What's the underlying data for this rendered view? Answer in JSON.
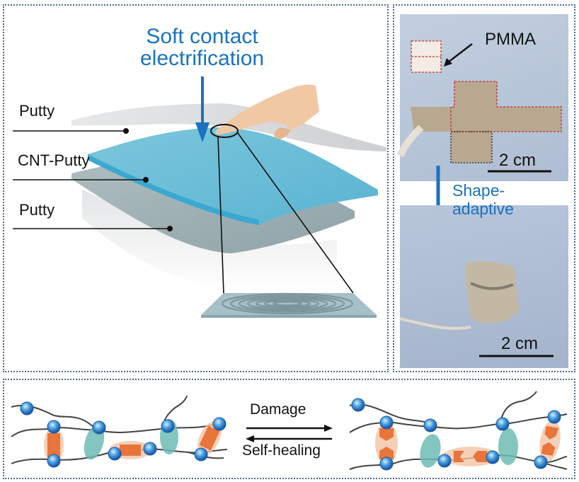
{
  "panel_a": {
    "title_line1": "Soft contact",
    "title_line2": "electrification",
    "layers": [
      {
        "label": "Putty",
        "color": "#d4d6d8"
      },
      {
        "label": "CNT-Putty",
        "color": "#4db8d8"
      },
      {
        "label": "Putty",
        "color": "#a8b8bc"
      }
    ],
    "accent_color": "#1a72c0",
    "inset": "fingerprint-electrode"
  },
  "panel_b": {
    "top_photo": {
      "label": "PMMA",
      "scale_bar": "2 cm"
    },
    "arrow_label_line1": "Shape-",
    "arrow_label_line2": "adaptive",
    "bottom_photo": {
      "scale_bar": "2 cm"
    }
  },
  "panel_c": {
    "forward_label": "Damage",
    "reverse_label": "Self-healing",
    "node_color": "#2a80d0",
    "bond_color": "#e8753a",
    "hbond_color": "#6cbcb4"
  }
}
